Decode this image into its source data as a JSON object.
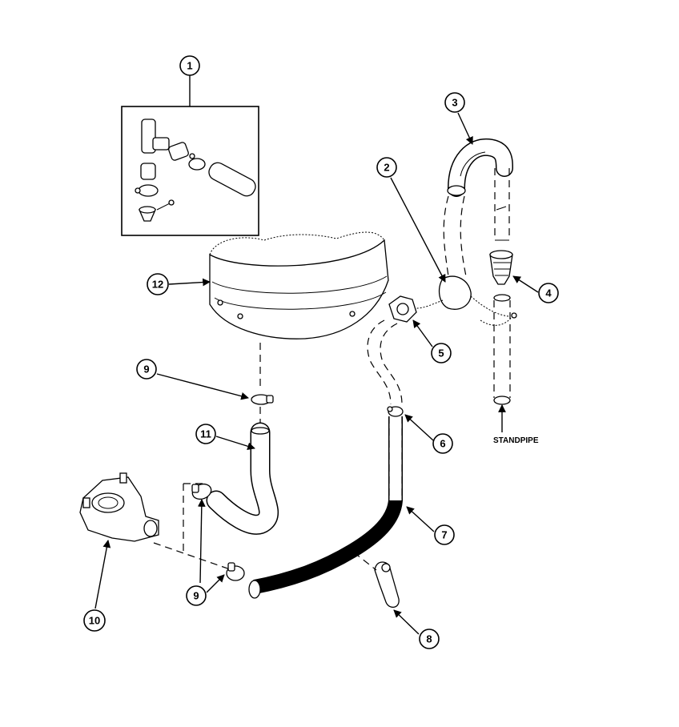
{
  "callouts": [
    {
      "id": "1",
      "label": "1"
    },
    {
      "id": "2",
      "label": "2"
    },
    {
      "id": "3",
      "label": "3"
    },
    {
      "id": "4",
      "label": "4"
    },
    {
      "id": "5",
      "label": "5"
    },
    {
      "id": "6",
      "label": "6"
    },
    {
      "id": "7",
      "label": "7"
    },
    {
      "id": "8",
      "label": "8"
    },
    {
      "id": "9a",
      "label": "9"
    },
    {
      "id": "9b",
      "label": "9"
    },
    {
      "id": "10",
      "label": "10"
    },
    {
      "id": "11",
      "label": "11"
    },
    {
      "id": "12",
      "label": "12"
    }
  ],
  "labels": {
    "standpipe": "STANDPIPE"
  }
}
